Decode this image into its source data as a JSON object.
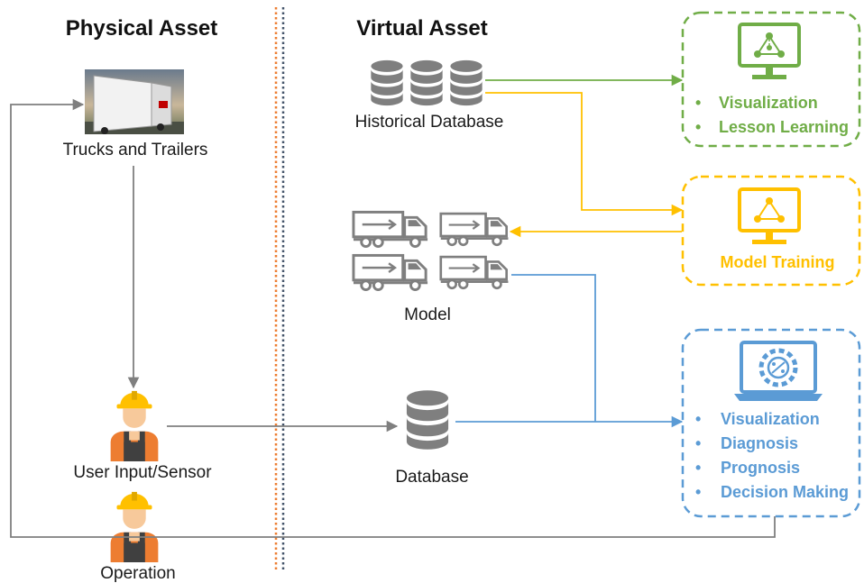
{
  "headings": {
    "physical": "Physical Asset",
    "virtual": "Virtual Asset"
  },
  "physical_side": {
    "truck_label": "Trucks and Trailers",
    "user_input_label": "User Input/Sensor",
    "operation_label": "Operation"
  },
  "virtual_side": {
    "historical_db_label": "Historical Database",
    "model_label": "Model",
    "database_label": "Database"
  },
  "outputs": {
    "green_box": {
      "color": "#70ad47",
      "items": [
        "Visualization",
        "Lesson Learning"
      ]
    },
    "yellow_box": {
      "color": "#ffc000",
      "title": "Model Training"
    },
    "blue_box": {
      "color": "#5b9bd5",
      "items": [
        "Visualization",
        "Diagnosis",
        "Prognosis",
        "Decision Making"
      ]
    }
  },
  "colors": {
    "divider_orange": "#ed7d31",
    "divider_navy": "#44546a",
    "icon_gray": "#7f7f7f",
    "worker_orange": "#ed7d31",
    "helmet_yellow": "#ffc000"
  },
  "icons": [
    "truck-photo",
    "worker-icon",
    "database-icon",
    "truck-model-icon",
    "monitor-network-icon",
    "laptop-gear-icon"
  ]
}
